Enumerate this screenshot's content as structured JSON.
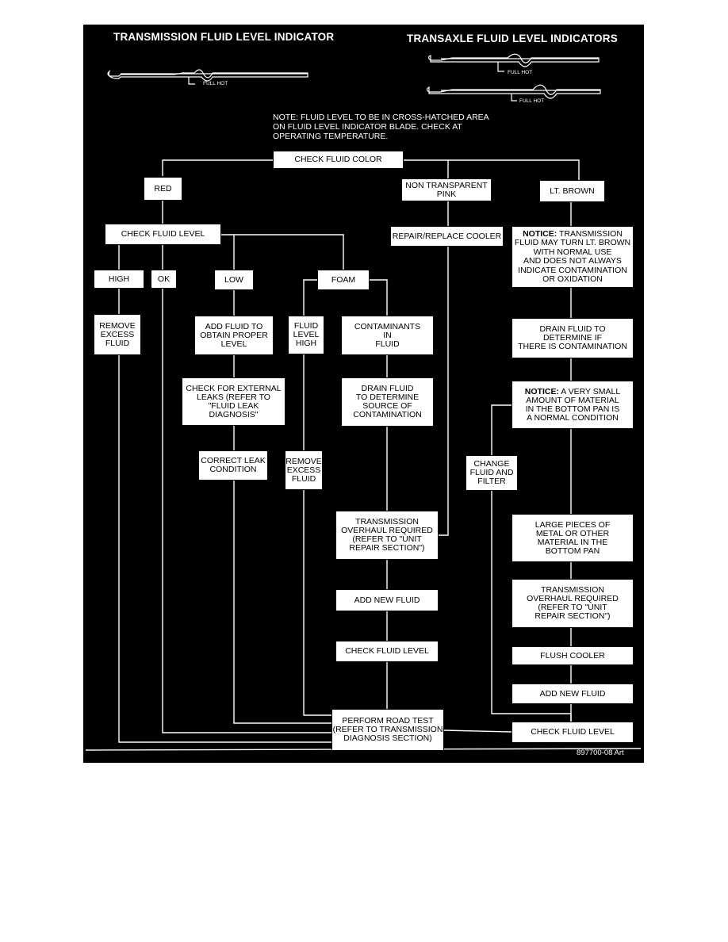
{
  "header": {
    "left_title": "TRANSMISSION FLUID LEVEL INDICATOR",
    "right_title": "TRANSAXLE FLUID LEVEL INDICATORS",
    "dipstick_full_hot": "FULL HOT",
    "note": "NOTE: FLUID LEVEL TO BE IN CROSS-HATCHED AREA\nON FLUID LEVEL INDICATOR BLADE. CHECK AT\nOPERATING TEMPERATURE."
  },
  "nodes": {
    "check_fluid_color": "CHECK FLUID COLOR",
    "red": "RED",
    "non_transparent_pink": "NON TRANSPARENT\nPINK",
    "lt_brown": "LT. BROWN",
    "check_fluid_level_top": "CHECK FLUID LEVEL",
    "repair_replace_cooler": "REPAIR/REPLACE COOLER",
    "notice1_label": "NOTICE:",
    "notice1_text": " TRANSMISSION\nFLUID MAY TURN LT. BROWN\nWITH NORMAL USE\nAND DOES NOT ALWAYS\nINDICATE CONTAMINATION\nOR OXIDATION",
    "high": "HIGH",
    "ok": "OK",
    "low": "LOW",
    "foam": "FOAM",
    "remove_excess_fluid_1": "REMOVE\nEXCESS\nFLUID",
    "add_fluid_proper_level": "ADD FLUID TO\nOBTAIN PROPER\nLEVEL",
    "fluid_level_high": "FLUID\nLEVEL\nHIGH",
    "contaminants_in_fluid": "CONTAMINANTS\nIN\nFLUID",
    "drain_fluid_determine_if": "DRAIN FLUID TO\nDETERMINE IF\nTHERE IS CONTAMINATION",
    "check_external_leaks": "CHECK FOR EXTERNAL\nLEAKS (REFER TO\n\"FLUID LEAK\nDIAGNOSIS\"",
    "drain_fluid_source": "DRAIN FLUID\nTO DETERMINE\nSOURCE OF\nCONTAMINATION",
    "notice2_label": "NOTICE:",
    "notice2_text": " A VERY SMALL\nAMOUNT OF MATERIAL\nIN THE BOTTOM PAN IS\nA NORMAL CONDITION",
    "correct_leak_condition": "CORRECT LEAK\nCONDITION",
    "remove_excess_fluid_2": "REMOVE\nEXCESS\nFLUID",
    "change_fluid_filter": "CHANGE\nFLUID AND\nFILTER",
    "overhaul_required_1": "TRANSMISSION\nOVERHAUL REQUIRED\n(REFER TO \"UNIT\nREPAIR SECTION\")",
    "large_pieces_metal": "LARGE PIECES OF\nMETAL OR OTHER\nMATERIAL IN THE\nBOTTOM PAN",
    "add_new_fluid_1": "ADD NEW FLUID",
    "overhaul_required_2": "TRANSMISSION\nOVERHAUL REQUIRED\n(REFER TO \"UNIT\nREPAIR SECTION\")",
    "check_fluid_level_mid": "CHECK FLUID LEVEL",
    "flush_cooler": "FLUSH COOLER",
    "add_new_fluid_2": "ADD NEW FLUID",
    "perform_road_test": "PERFORM ROAD TEST\n(REFER TO TRANSMISSION\nDIAGNOSIS SECTION)",
    "check_fluid_level_bottom": "CHECK FLUID LEVEL"
  },
  "art_number": "897700-08 Art"
}
